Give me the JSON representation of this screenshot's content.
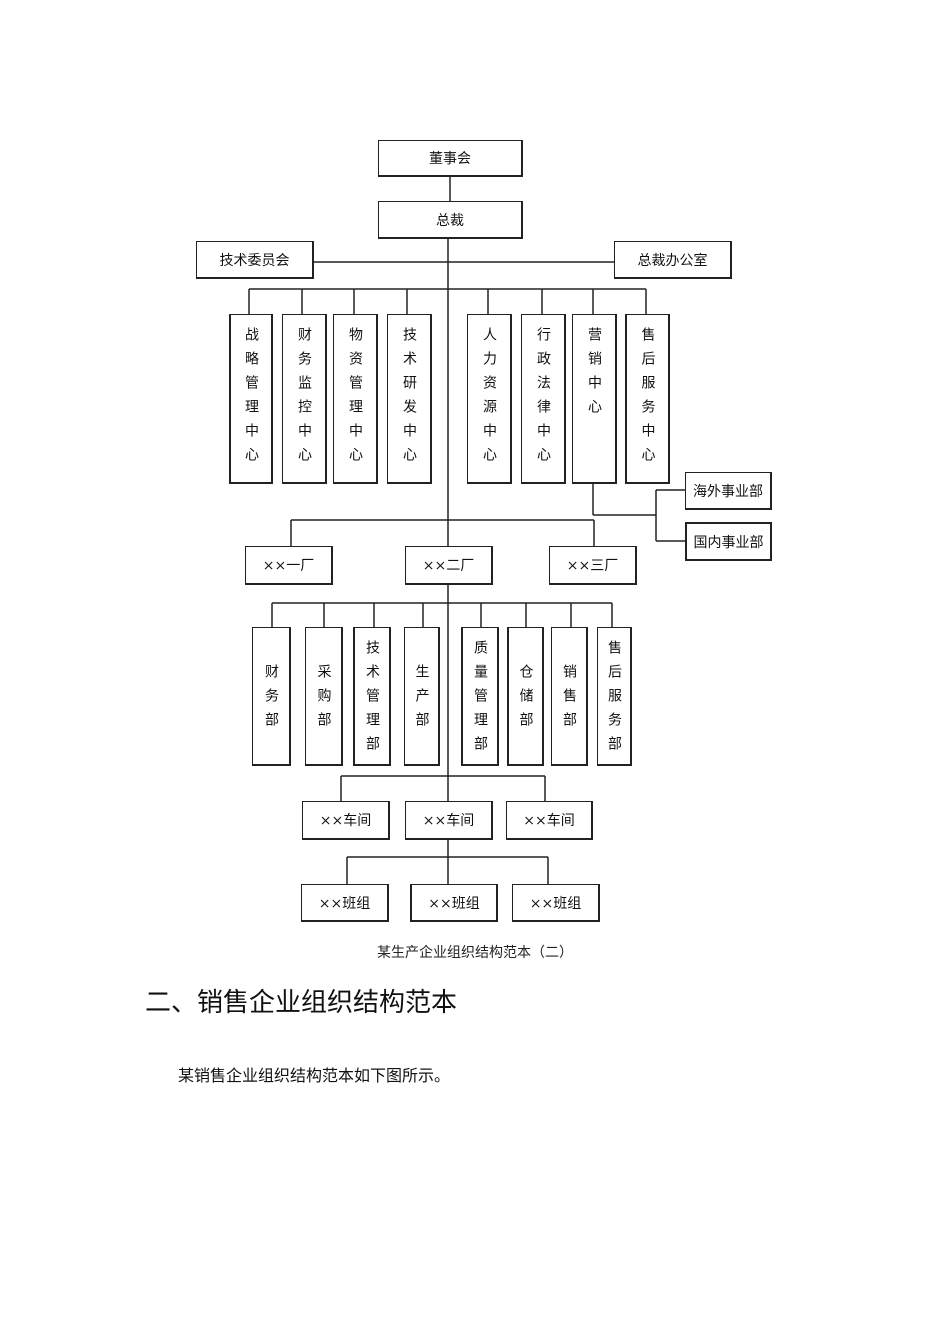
{
  "chart": {
    "board": "董事会",
    "president": "总裁",
    "tech_committee": "技术委员会",
    "president_office": "总裁办公室",
    "centers": [
      "战略管理中心",
      "财务监控中心",
      "物资管理中心",
      "技术研发中心",
      "人力资源中心",
      "行政法律中心",
      "营销中心",
      "售后服务中心"
    ],
    "overseas": "海外事业部",
    "domestic": "国内事业部",
    "factories": [
      "××一厂",
      "××二厂",
      "××三厂"
    ],
    "depts": [
      "财务部",
      "采购部",
      "技术管理部",
      "生产部",
      "质量管理部",
      "仓储部",
      "销售部",
      "售后服务部"
    ],
    "workshops": [
      "××车间",
      "××车间",
      "××车间"
    ],
    "teams": [
      "××班组",
      "××班组",
      "××班组"
    ]
  },
  "caption": "某生产企业组织结构范本（二）",
  "heading": "二、销售企业组织结构范本",
  "paragraph": "某销售企业组织结构范本如下图所示。"
}
